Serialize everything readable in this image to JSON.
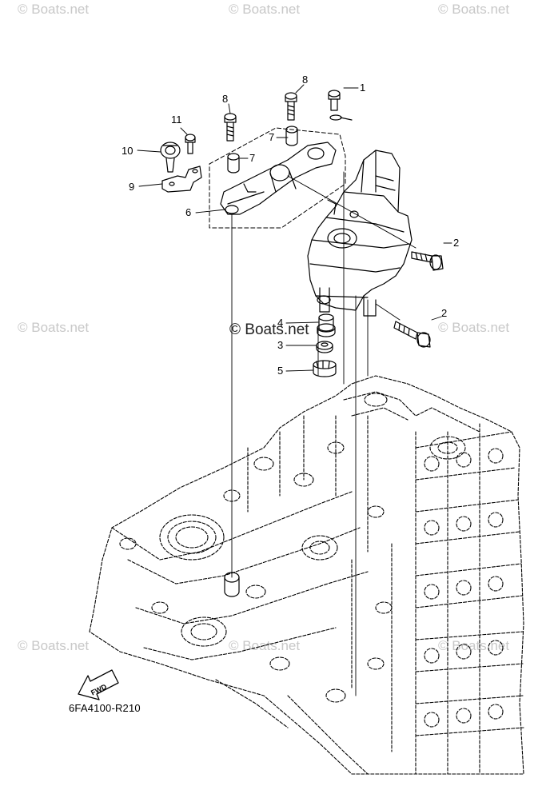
{
  "watermark": {
    "text": "© Boats.net",
    "center_text": "© Boats.net"
  },
  "callouts": {
    "c1": "1",
    "c2a": "2",
    "c2b": "2",
    "c3": "3",
    "c4": "4",
    "c5": "5",
    "c6": "6",
    "c7a": "7",
    "c7b": "7",
    "c8a": "8",
    "c8b": "8",
    "c9": "9",
    "c10": "10",
    "c11": "11"
  },
  "arrow_label": "FWD",
  "part_code": "6FA4100-R210"
}
